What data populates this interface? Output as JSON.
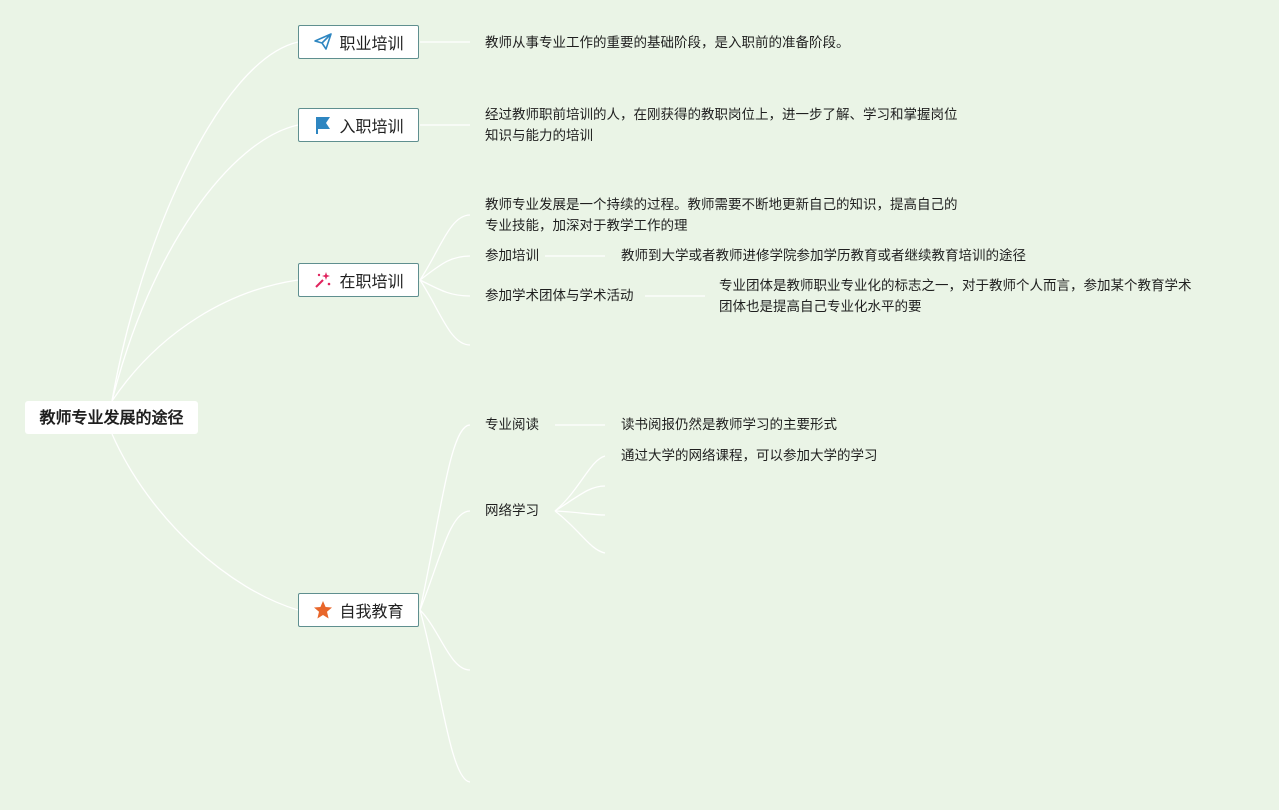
{
  "root": {
    "label": "教师专业发展的途径"
  },
  "branches": [
    {
      "label": "职业培训",
      "icon": "paper-plane-icon",
      "icon_color": "#2e86c1"
    },
    {
      "label": "入职培训",
      "icon": "flag-icon",
      "icon_color": "#2e86c1"
    },
    {
      "label": "在职培训",
      "icon": "magic-wand-icon",
      "icon_color": "#e0245e"
    },
    {
      "label": "自我教育",
      "icon": "star-icon",
      "icon_color": "#e8662a"
    }
  ],
  "vocational": {
    "desc": "教师从事专业工作的重要的基础阶段，是入职前的准备阶段。"
  },
  "induction": {
    "desc_line1": "经过教师职前培训的人，在刚获得的教职岗位上，进一步了解、学习和掌握岗位",
    "desc_line2": "知识与能力的培训"
  },
  "inservice": {
    "desc_line1": "教师专业发展是一个持续的过程。教师需要不断地更新自己的知识，提高自己的",
    "desc_line2": "专业技能，加深对于教学工作的理",
    "training": {
      "label": "参加培训",
      "desc": "教师到大学或者教师进修学院参加学历教育或者继续教育培训的途径"
    },
    "academic": {
      "label": "参加学术团体与学术活动",
      "desc_line1": "专业团体是教师职业专业化的标志之一，对于教师个人而言，参加某个教育学术",
      "desc_line2": "团体也是提高自己专业化水平的要"
    }
  },
  "self_education": {
    "reading": {
      "label": "专业阅读",
      "desc": "读书阅报仍然是教师学习的主要形式"
    },
    "online": {
      "label": "网络学习",
      "desc": "通过大学的网络课程，可以参加大学的学习"
    }
  },
  "colors": {
    "background": "#eaf4e6",
    "line": "#ffffff",
    "branch_border": "#5f8f8f"
  }
}
